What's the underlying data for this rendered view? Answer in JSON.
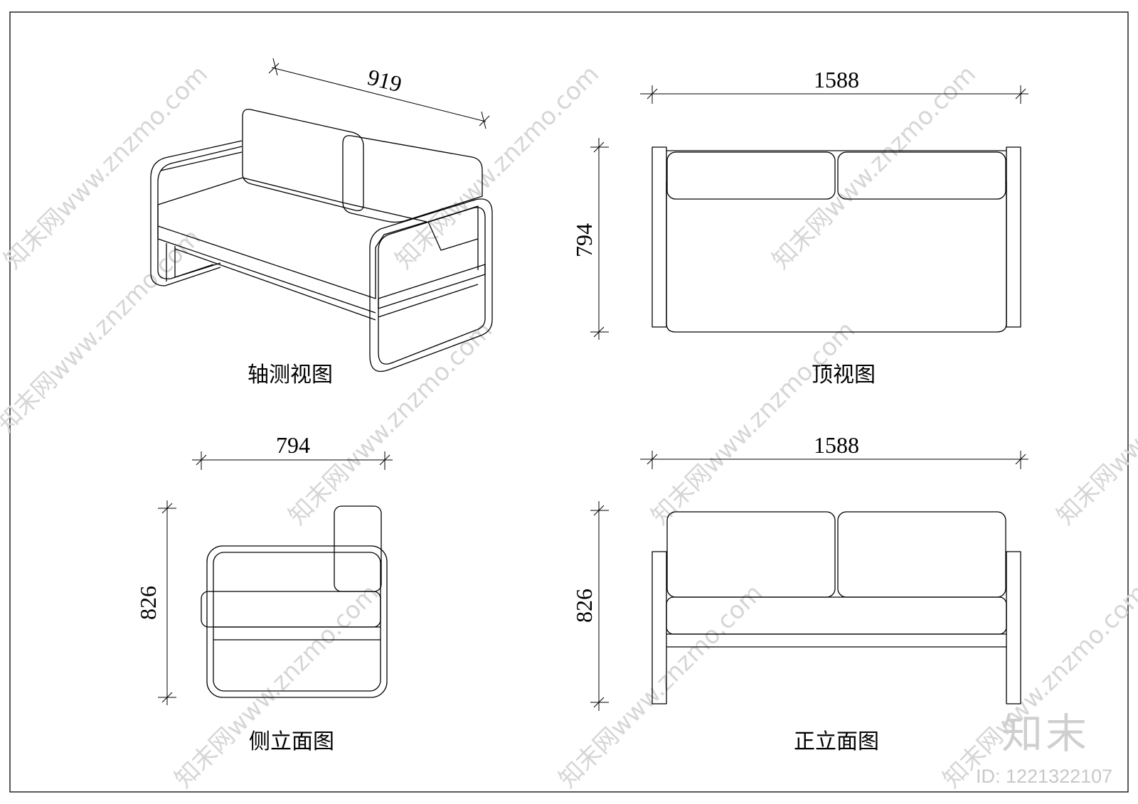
{
  "views": {
    "axonometric": {
      "caption": "轴测视图",
      "dimension": "919"
    },
    "top": {
      "caption": "顶视图",
      "width": "1588",
      "depth": "794"
    },
    "side": {
      "caption": "侧立面图",
      "depth": "794",
      "height": "826"
    },
    "front": {
      "caption": "正立面图",
      "width": "1588",
      "height": "826"
    }
  },
  "watermark": {
    "text": "知末网www.znzmo.com",
    "logo": "知末",
    "id_label": "ID: 1221322107"
  }
}
